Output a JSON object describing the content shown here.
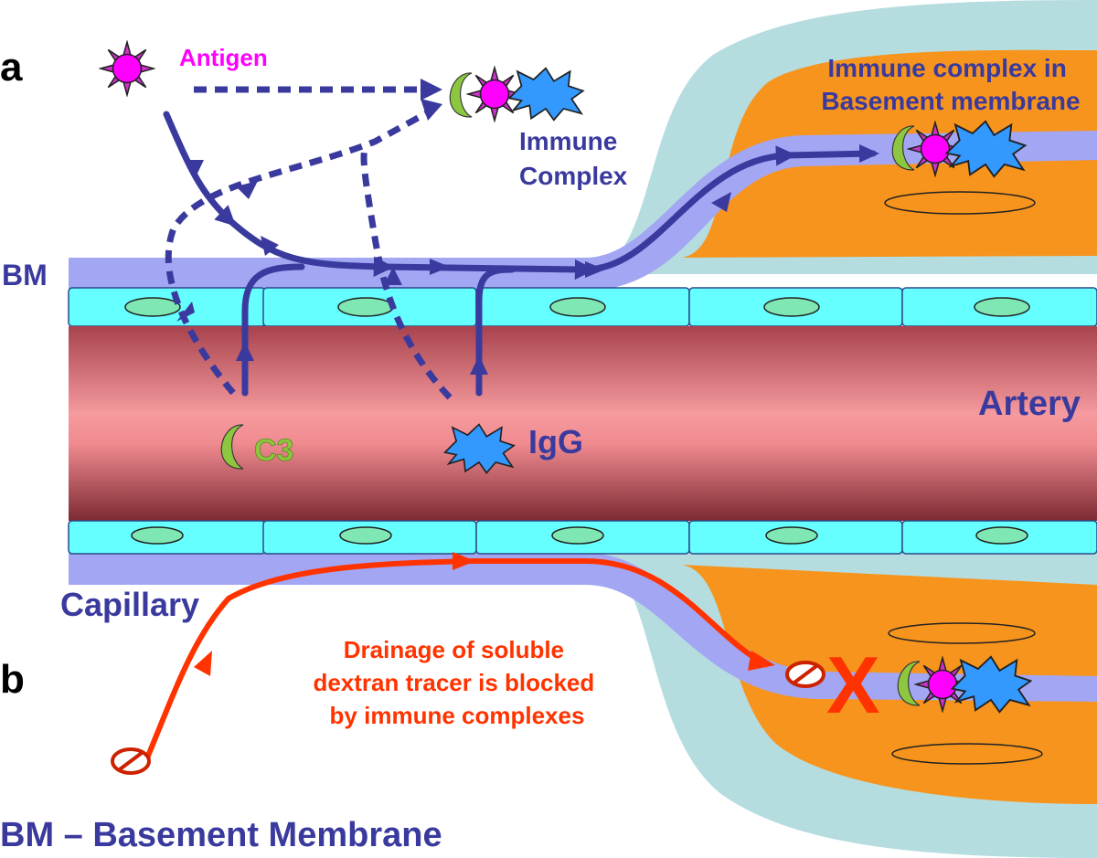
{
  "panel_labels": {
    "a": "a",
    "b": "b"
  },
  "labels": {
    "antigen": "Antigen",
    "immune_complex_line1": "Immune",
    "immune_complex_line2": "Complex",
    "bm_box_line1": "Immune complex in",
    "bm_box_line2": "Basement membrane",
    "bm": "BM",
    "artery": "Artery",
    "c3": "C3",
    "igg": "IgG",
    "capillary": "Capillary",
    "drainage_line1": "Drainage of soluble",
    "drainage_line2": "dextran tracer is blocked",
    "drainage_line3": "by immune complexes",
    "blocked_mark": "X",
    "legend": "BM – Basement Membrane"
  },
  "colors": {
    "navy": "#3a3a9e",
    "magenta": "#ff00ff",
    "green_c3": "#8dc63f",
    "igg_blue": "#3399ff",
    "red_orange": "#ff3300",
    "orange": "#f7941d",
    "teal_bg": "#b5dde0",
    "membrane": "#a3a6f3",
    "endothelium": "#66ffff",
    "artery_red": "#e06666"
  }
}
